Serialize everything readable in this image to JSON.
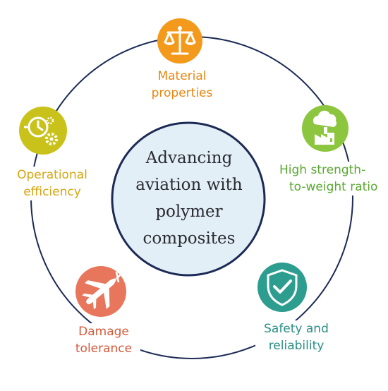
{
  "center": {
    "lines": [
      "Advancing",
      "aviation with",
      "polymer",
      "composites"
    ],
    "fill": "#e3eff6",
    "stroke": "#1c2a55"
  },
  "ring_color": "#1c2a55",
  "nodes": [
    {
      "id": "material",
      "icon": "balance-scale-icon",
      "color": "#f39a1c",
      "text_color": "#e8880f",
      "lines": [
        "Material",
        "properties"
      ]
    },
    {
      "id": "strength",
      "icon": "cloud-factory-icon",
      "color": "#8cc63e",
      "text_color": "#5aa832",
      "lines": [
        "High strength-",
        "to-weight ratio"
      ]
    },
    {
      "id": "safety",
      "icon": "shield-check-icon",
      "color": "#2c9d8f",
      "text_color": "#2a8f86",
      "lines": [
        "Safety and",
        "reliability"
      ]
    },
    {
      "id": "damage",
      "icon": "airplane-icon",
      "color": "#e8765c",
      "text_color": "#d45a3c",
      "lines": [
        "Damage",
        "tolerance"
      ]
    },
    {
      "id": "operational",
      "icon": "gears-icon",
      "color": "#c9c21a",
      "text_color": "#d4a610",
      "lines": [
        "Operational",
        "efficiency"
      ]
    }
  ]
}
